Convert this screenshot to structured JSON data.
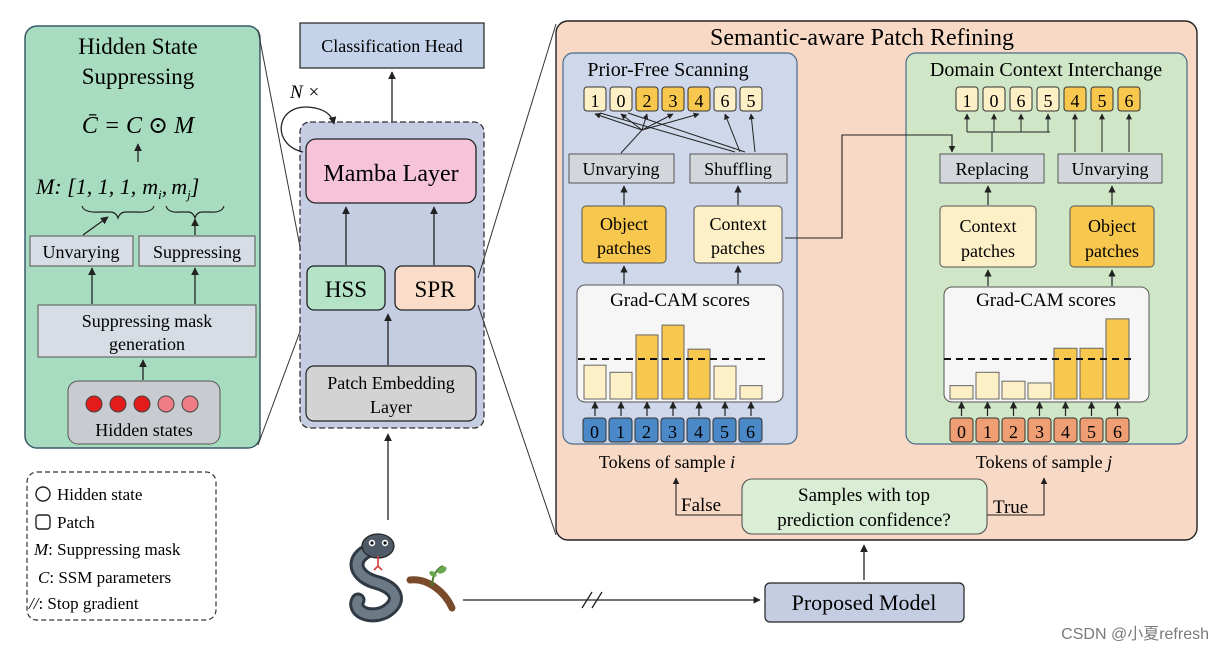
{
  "hss_panel": {
    "title_line1": "Hidden State",
    "title_line2": "Suppressing",
    "formula_result": "C̄ = C ⊙ M",
    "mask_prefix": "M: [",
    "mask_ones": "1, 1, 1,",
    "mask_mi": "m",
    "mask_mi_sub": "i",
    "mask_comma": ",",
    "mask_mj": "m",
    "mask_mj_sub": "j",
    "mask_suffix": "]",
    "unvarying": "Unvarying",
    "suppressing": "Suppressing",
    "mask_gen_line1": "Suppressing mask",
    "mask_gen_line2": "generation",
    "hidden_states": "Hidden states"
  },
  "legend": {
    "hidden_state": "Hidden state",
    "patch": "Patch",
    "mask_symbol": "M",
    "mask_text": ": Suppressing mask",
    "ssm_symbol": "C",
    "ssm_text": ": SSM parameters",
    "stop_symbol": "//",
    "stop_text": ": Stop gradient"
  },
  "center": {
    "classification_head": "Classification Head",
    "repeat_label": "N ×",
    "mamba_layer": "Mamba Layer",
    "hss": "HSS",
    "spr": "SPR",
    "patch_embed_line1": "Patch Embedding",
    "patch_embed_line2": "Layer"
  },
  "spr_panel": {
    "title": "Semantic-aware Patch Refining",
    "prior_free": {
      "title": "Prior-Free Scanning",
      "output_tokens": [
        "1",
        "0",
        "2",
        "3",
        "4",
        "6",
        "5"
      ],
      "unvarying": "Unvarying",
      "shuffling": "Shuffling",
      "object_line1": "Object",
      "object_line2": "patches",
      "context_line1": "Context",
      "context_line2": "patches",
      "gradcam": "Grad-CAM scores",
      "input_tokens": [
        "0",
        "1",
        "2",
        "3",
        "4",
        "5",
        "6"
      ],
      "caption": "Tokens of sample ",
      "caption_var": "i"
    },
    "domain_context": {
      "title": "Domain Context Interchange",
      "output_tokens": [
        "1",
        "0",
        "6",
        "5",
        "4",
        "5",
        "6"
      ],
      "replacing": "Replacing",
      "unvarying": "Unvarying",
      "context_line1": "Context",
      "context_line2": "patches",
      "object_line1": "Object",
      "object_line2": "patches",
      "gradcam": "Grad-CAM scores",
      "input_tokens": [
        "0",
        "1",
        "2",
        "3",
        "4",
        "5",
        "6"
      ],
      "caption": "Tokens of sample ",
      "caption_var": "j"
    },
    "decision_line1": "Samples with top",
    "decision_line2": "prediction confidence?",
    "false_label": "False",
    "true_label": "True"
  },
  "proposed_model": "Proposed Model",
  "watermark": "CSDN @小夏refresh",
  "chart_data": [
    {
      "type": "bar",
      "title": "Grad-CAM scores",
      "categories": [
        "0",
        "1",
        "2",
        "3",
        "4",
        "5",
        "6"
      ],
      "values": [
        0.38,
        0.3,
        0.72,
        0.83,
        0.56,
        0.37,
        0.15
      ],
      "threshold": 0.45,
      "highlighted": [
        false,
        false,
        true,
        true,
        true,
        false,
        false
      ]
    },
    {
      "type": "bar",
      "title": "Grad-CAM scores",
      "categories": [
        "0",
        "1",
        "2",
        "3",
        "4",
        "5",
        "6"
      ],
      "values": [
        0.15,
        0.3,
        0.2,
        0.18,
        0.57,
        0.57,
        0.9
      ],
      "threshold": 0.45,
      "highlighted": [
        false,
        false,
        false,
        false,
        true,
        true,
        true
      ]
    }
  ],
  "colors": {
    "hss_panel_fill": "#a8dcc0",
    "center_fill": "#c5cde3",
    "spr_fill": "#f8d9c6",
    "prior_fill": "#cfd8ea",
    "domain_fill": "#cfe6c7",
    "object_fill": "#f8c84e",
    "context_fill": "#fdf0c6",
    "token_blue": "#4a88c8",
    "token_orange": "#ef9e74",
    "mamba_fill": "#f6c3d8",
    "hss_fill": "#b4e3c8",
    "spr_box_fill": "#fbdcc8",
    "head_fill": "#c5d3ea"
  }
}
